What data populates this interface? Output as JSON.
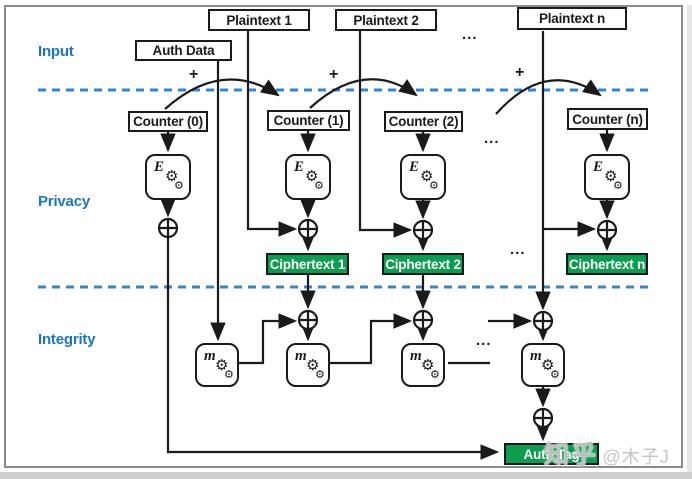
{
  "section_labels": {
    "input": "Input",
    "privacy": "Privacy",
    "integrity": "Integrity"
  },
  "input_nodes": {
    "plaintext_1": "Plaintext 1",
    "plaintext_2": "Plaintext 2",
    "plaintext_n": "Plaintext n",
    "auth_data": "Auth Data"
  },
  "counter_nodes": {
    "counter_0": "Counter (0)",
    "counter_1": "Counter (1)",
    "counter_2": "Counter (2)",
    "counter_n": "Counter (n)"
  },
  "output_nodes": {
    "ciphertext_1": "Ciphertext 1",
    "ciphertext_2": "Ciphertext 2",
    "ciphertext_n": "Ciphertext n",
    "auth_tag": "Auth Tag"
  },
  "operators": {
    "encrypt_letter": "E",
    "mac_letter": "m",
    "gear_icon": "⚙",
    "plus": "+",
    "ellipsis": "..."
  },
  "watermark": {
    "brand": "知乎",
    "handle": "@木子J"
  },
  "colors": {
    "accent_green": "#0c9d4e",
    "label_blue": "#1c76bd",
    "dash_blue": "#3585cd",
    "line_black": "#1a1a1a"
  }
}
